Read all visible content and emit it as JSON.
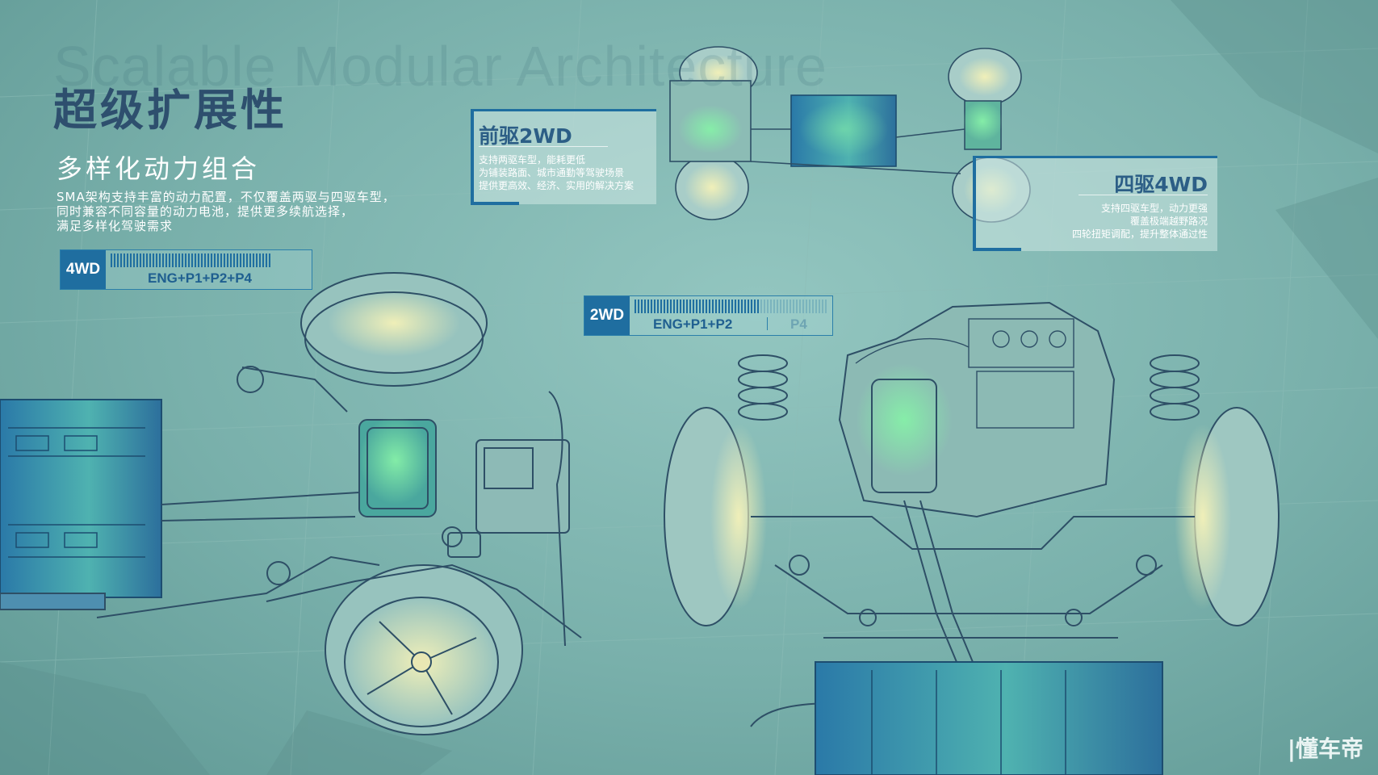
{
  "background_text": "Scalable Modular Architecture",
  "title": "超级扩展性",
  "subtitle": "多样化动力组合",
  "description": [
    "SMA架构支持丰富的动力配置，不仅覆盖两驱与四驱车型，",
    "同时兼容不同容量的动力电池，提供更多续航选择，",
    "满足多样化驾驶需求"
  ],
  "badge_4wd": {
    "tag": "4WD",
    "config": "ENG+P1+P2+P4",
    "level": 0.82
  },
  "badge_2wd": {
    "tag": "2WD",
    "config": "ENG+P1+P2",
    "optional": "P4",
    "level": 0.65
  },
  "card_2wd": {
    "title": "前驱2WD",
    "lines": [
      "支持两驱车型，能耗更低",
      "为铺装路面、城市通勤等驾驶场景",
      "提供更高效、经济、实用的解决方案"
    ]
  },
  "card_4wd": {
    "title": "四驱4WD",
    "lines": [
      "支持四驱车型，动力更强",
      "覆盖极端越野路况",
      "四轮扭矩调配，提升整体通过性"
    ]
  },
  "corner_mark": "|懂车帝",
  "colors": {
    "background": "#79b0ab",
    "accent_blue": "#1f6ea0",
    "title": "#2e4f6e",
    "glow_yellow": "#f2efb0",
    "glow_green": "#7be3a3"
  }
}
